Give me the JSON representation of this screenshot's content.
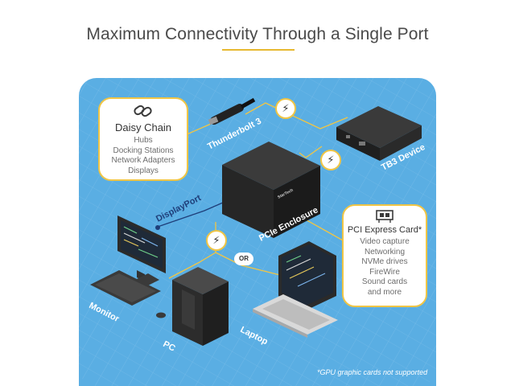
{
  "header": {
    "title": "Maximum Connectivity Through a Single Port"
  },
  "daisy_chain": {
    "title": "Daisy Chain",
    "items": [
      "Hubs",
      "Docking Stations",
      "Network Adapters",
      "Displays"
    ],
    "icon": "chain-link-icon"
  },
  "pci_card": {
    "title": "PCI Express Card*",
    "items": [
      "Video capture",
      "Networking",
      "NVMe drives",
      "FireWire",
      "Sound cards",
      "and more"
    ],
    "icon": "expansion-card-icon"
  },
  "labels": {
    "thunderbolt": "Thunderbolt 3",
    "tb3_device": "TB3 Device",
    "displayport": "DisplayPort",
    "pcie_enclosure": "PCIe Enclosure",
    "monitor": "Monitor",
    "pc": "PC",
    "laptop": "Laptop",
    "or": "OR",
    "enclosure_brand": "StarTech"
  },
  "footnote": "*GPU graphic cards not supported",
  "colors": {
    "background_panel": "#5aaee3",
    "accent": "#f0c545",
    "device_dark": "#2e2e2e"
  }
}
